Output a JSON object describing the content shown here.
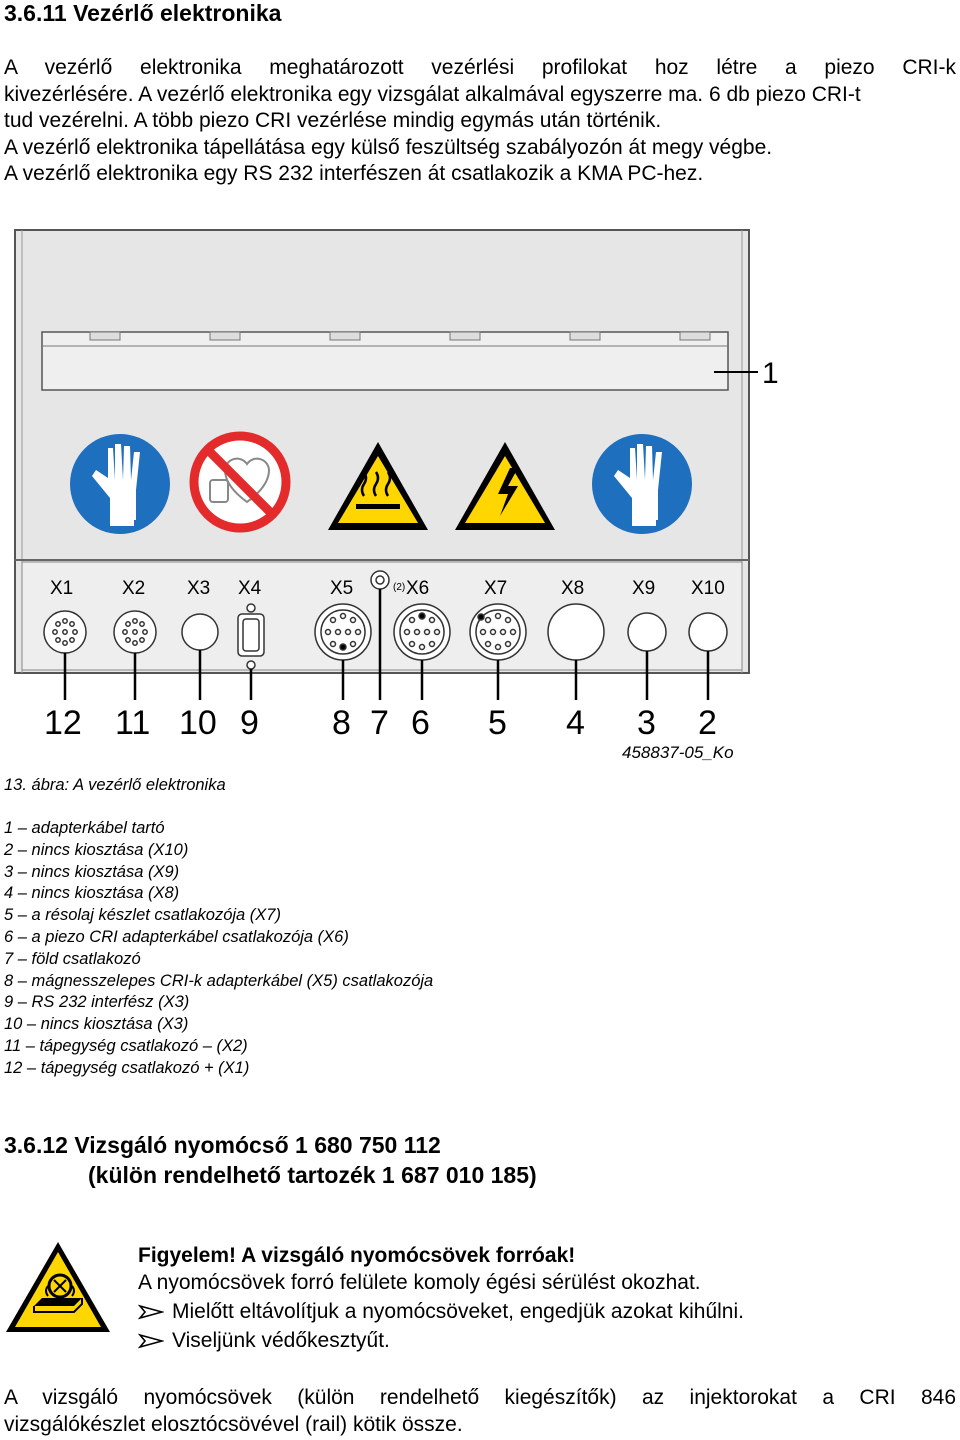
{
  "section1": {
    "heading": "3.6.11 Vezérlő elektronika",
    "paragraph_lines": [
      "A vezérlő elektronika meghatározott vezérlési profilokat hoz létre a piezo CRI-k",
      "kivezérlésére. A vezérlő elektronika egy vizsgálat alkalmával egyszerre ma. 6 db piezo CRI-t",
      "tud vezérelni. A több piezo CRI vezérlése mindig egymás után történik.",
      "A vezérlő elektronika tápellátása egy külső feszültség szabályozón át megy végbe.",
      "A vezérlő elektronika egy RS 232 interfészen át csatlakozik a KMA PC-hez."
    ]
  },
  "figure": {
    "connector_labels": [
      "X1",
      "X2",
      "X3",
      "X4",
      "X5",
      "(2)",
      "X6",
      "X7",
      "X8",
      "X9",
      "X10"
    ],
    "callouts": [
      "12",
      "11",
      "10",
      "9",
      "8",
      "7",
      "6",
      "5",
      "4",
      "3",
      "2",
      "1"
    ],
    "drawing_id": "458837-05_Ko",
    "caption": "13. ábra: A vezérlő elektronika"
  },
  "legend": [
    "1 – adapterkábel tartó",
    "2 – nincs kiosztása (X10)",
    "3 – nincs kiosztása (X9)",
    "4 – nincs kiosztása (X8)",
    "5 – a résolaj készlet csatlakozója (X7)",
    "6 – a piezo CRI adapterkábel csatlakozója (X6)",
    "7 – föld csatlakozó",
    "8 – mágnesszelepes CRI-k adapterkábel (X5) csatlakozója",
    "9 – RS 232 interfész (X3)",
    "10 – nincs kiosztása (X3)",
    "11 – tápegység csatlakozó – (X2)",
    "12 – tápegység csatlakozó + (X1)"
  ],
  "section2": {
    "heading_line1": "3.6.12 Vizsgáló nyomócső 1 680 750 112",
    "heading_line2": "(külön rendelhető tartozék 1 687 010 185)"
  },
  "warning": {
    "title": "Figyelem! A vizsgáló nyomócsövek forróak!",
    "text": "A nyomócsövek forró felülete komoly égési sérülést okozhat.",
    "bullets": [
      "Mielőtt eltávolítjuk a nyomócsöveket, engedjük azokat kihűlni.",
      "Viseljünk védőkesztyűt."
    ]
  },
  "closing_lines": [
    "A vizsgáló nyomócsövek (külön rendelhető kiegészítők) az injektorokat a CRI 846",
    "vizsgálókészlet elosztócsövével (rail) kötik össze."
  ],
  "colors": {
    "mandatory_blue": "#1f6fbf",
    "prohibition_red": "#e32b2b",
    "warning_yellow": "#ffd600",
    "housing_gray": "#e6e6e6"
  }
}
